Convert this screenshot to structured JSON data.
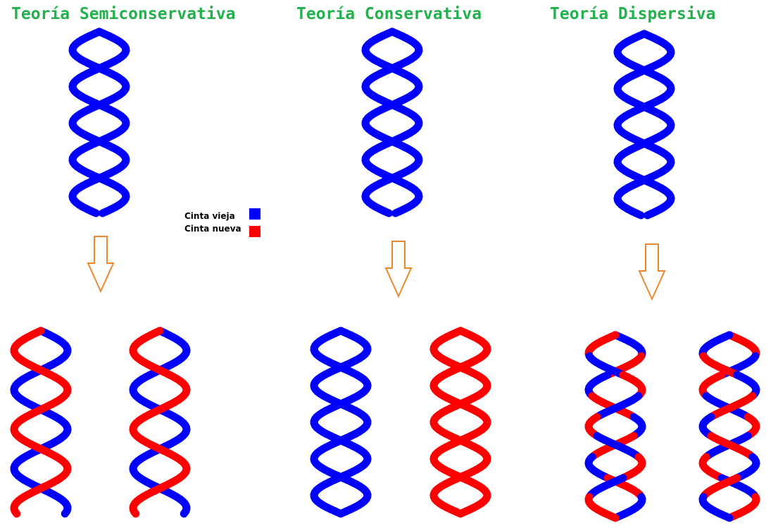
{
  "colors": {
    "title": "#22b14c",
    "old_strand": "#0000ff",
    "new_strand": "#ff0000",
    "arrow": "#ed872d"
  },
  "titles": {
    "semiconservative": "Teoría Semiconservativa",
    "conservative": "Teoría Conservativa",
    "dispersive": "Teoría Dispersiva"
  },
  "legend": {
    "old_label": "Cinta vieja",
    "new_label": "Cinta nueva"
  }
}
